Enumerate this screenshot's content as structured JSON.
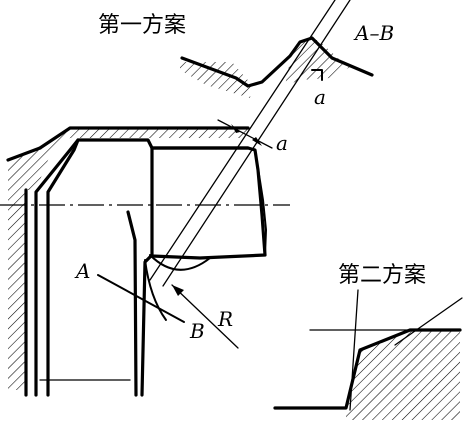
{
  "titles": {
    "scheme_one": "第一方案",
    "scheme_two": "第二方案"
  },
  "labels": {
    "section": "A–B",
    "a_top": "a",
    "a_mid": "a",
    "point_a": "A",
    "point_b": "B",
    "radius": "R"
  }
}
